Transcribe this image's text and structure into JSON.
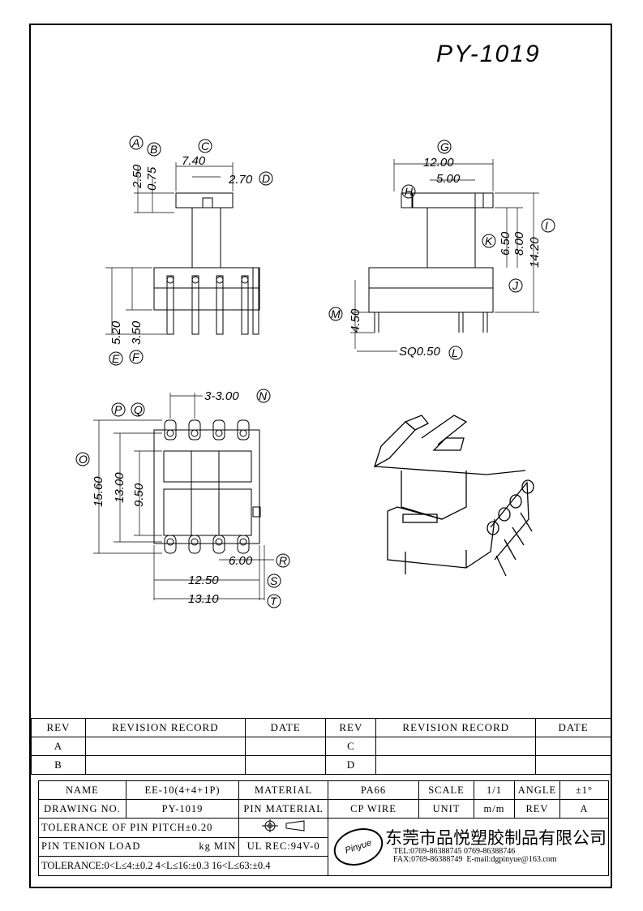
{
  "part_number": "PY-1019",
  "dimensions": {
    "A": "2.50",
    "B": "0.75",
    "C": "7.40",
    "D": "2.70",
    "E": "5.20",
    "F": "3.50",
    "G": "12.00",
    "H": "5.00",
    "I": "14.20",
    "J": "8.00",
    "K": "6.50",
    "L": "SQ0.50",
    "M": "4.50",
    "N": "3-3.00",
    "O": "15.60",
    "P": "13.00",
    "Q": "9.50",
    "R": "6.00",
    "S": "12.50",
    "T": "13.10"
  },
  "letters": {
    "A": "A",
    "B": "B",
    "C": "C",
    "D": "D",
    "E": "E",
    "F": "F",
    "G": "G",
    "H": "H",
    "I": "I",
    "J": "J",
    "K": "K",
    "L": "L",
    "M": "M",
    "N": "N",
    "O": "O",
    "P": "P",
    "Q": "Q",
    "R": "R",
    "S": "S",
    "T": "T"
  },
  "revision_table": {
    "rev_header": "REV",
    "record_header": "REVISION RECORD",
    "date_header": "DATE",
    "rows_left": [
      "A",
      "B"
    ],
    "rows_right": [
      "C",
      "D"
    ]
  },
  "title_block": {
    "name_label": "NAME",
    "name_value": "EE-10(4+4+1P)",
    "material_label": "MATERIAL",
    "material_value": "PA66",
    "scale_label": "SCALE",
    "scale_value": "1/1",
    "angle_label": "ANGLE",
    "angle_value": "±1°",
    "drawing_no_label": "DRAWING NO.",
    "drawing_no_value": "PY-1019",
    "pin_material_label": "PIN MATERIAL",
    "pin_material_value": "CP WIRE",
    "unit_label": "UNIT",
    "unit_value": "m/m",
    "rev_label": "REV",
    "rev_value": "A",
    "pin_pitch_tol": "TOLERANCE OF PIN PITCH±0.20",
    "pin_tension_label": "PIN TENION LOAD",
    "pin_tension_unit": "kg MIN",
    "ul_rec": "UL REC:94V-0",
    "tolerance_line": "TOLERANCE:0<L≤4:±0.2  4<L≤16:±0.3  16<L≤63:±0.4",
    "company": "东莞市品悦塑胶制品有限公司",
    "logo_text": "Pinyue",
    "tel": "TEL:0769-86388745   0769-86388746",
    "fax": "FAX:0769-86388749",
    "email": "E-mail:dgpinyue@163.com"
  }
}
